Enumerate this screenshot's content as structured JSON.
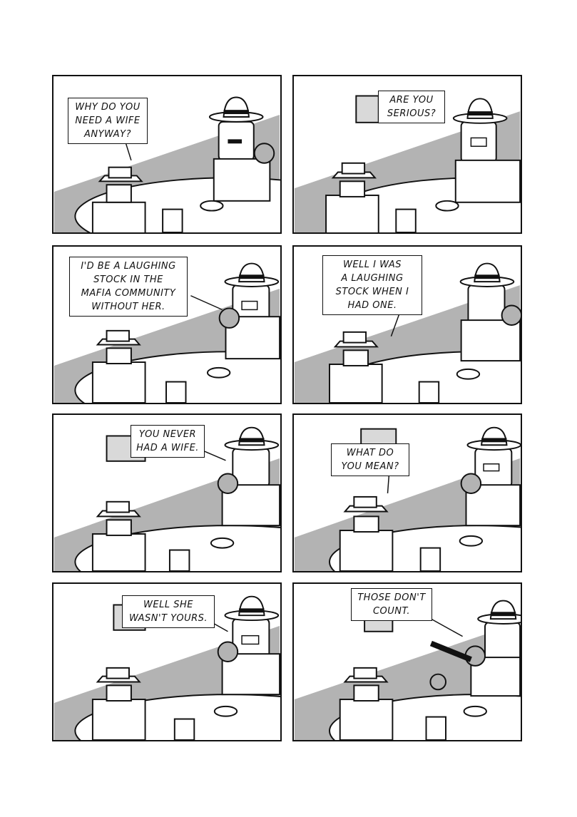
{
  "panels": [
    {
      "lines": [
        "WHY DO YOU",
        "NEED A WIFE",
        "ANYWAY?"
      ]
    },
    {
      "lines": [
        "ARE YOU",
        "SERIOUS?"
      ]
    },
    {
      "lines": [
        "I'D BE A LAUGHING",
        "STOCK IN THE",
        "MAFIA COMMUNITY",
        "WITHOUT HER."
      ]
    },
    {
      "lines": [
        "WELL I WAS",
        "A LAUGHING",
        "STOCK WHEN I",
        "HAD ONE."
      ]
    },
    {
      "lines": [
        "YOU NEVER",
        "HAD A WIFE."
      ]
    },
    {
      "lines": [
        "WHAT DO",
        "YOU MEAN?"
      ]
    },
    {
      "lines": [
        "WELL SHE",
        "WASN'T YOURS."
      ]
    },
    {
      "lines": [
        "THOSE DON'T",
        "COUNT."
      ]
    }
  ],
  "colors": {
    "ink": "#111111",
    "gray": "#b3b3b3",
    "light": "#d9d9d9",
    "paper": "#ffffff"
  }
}
